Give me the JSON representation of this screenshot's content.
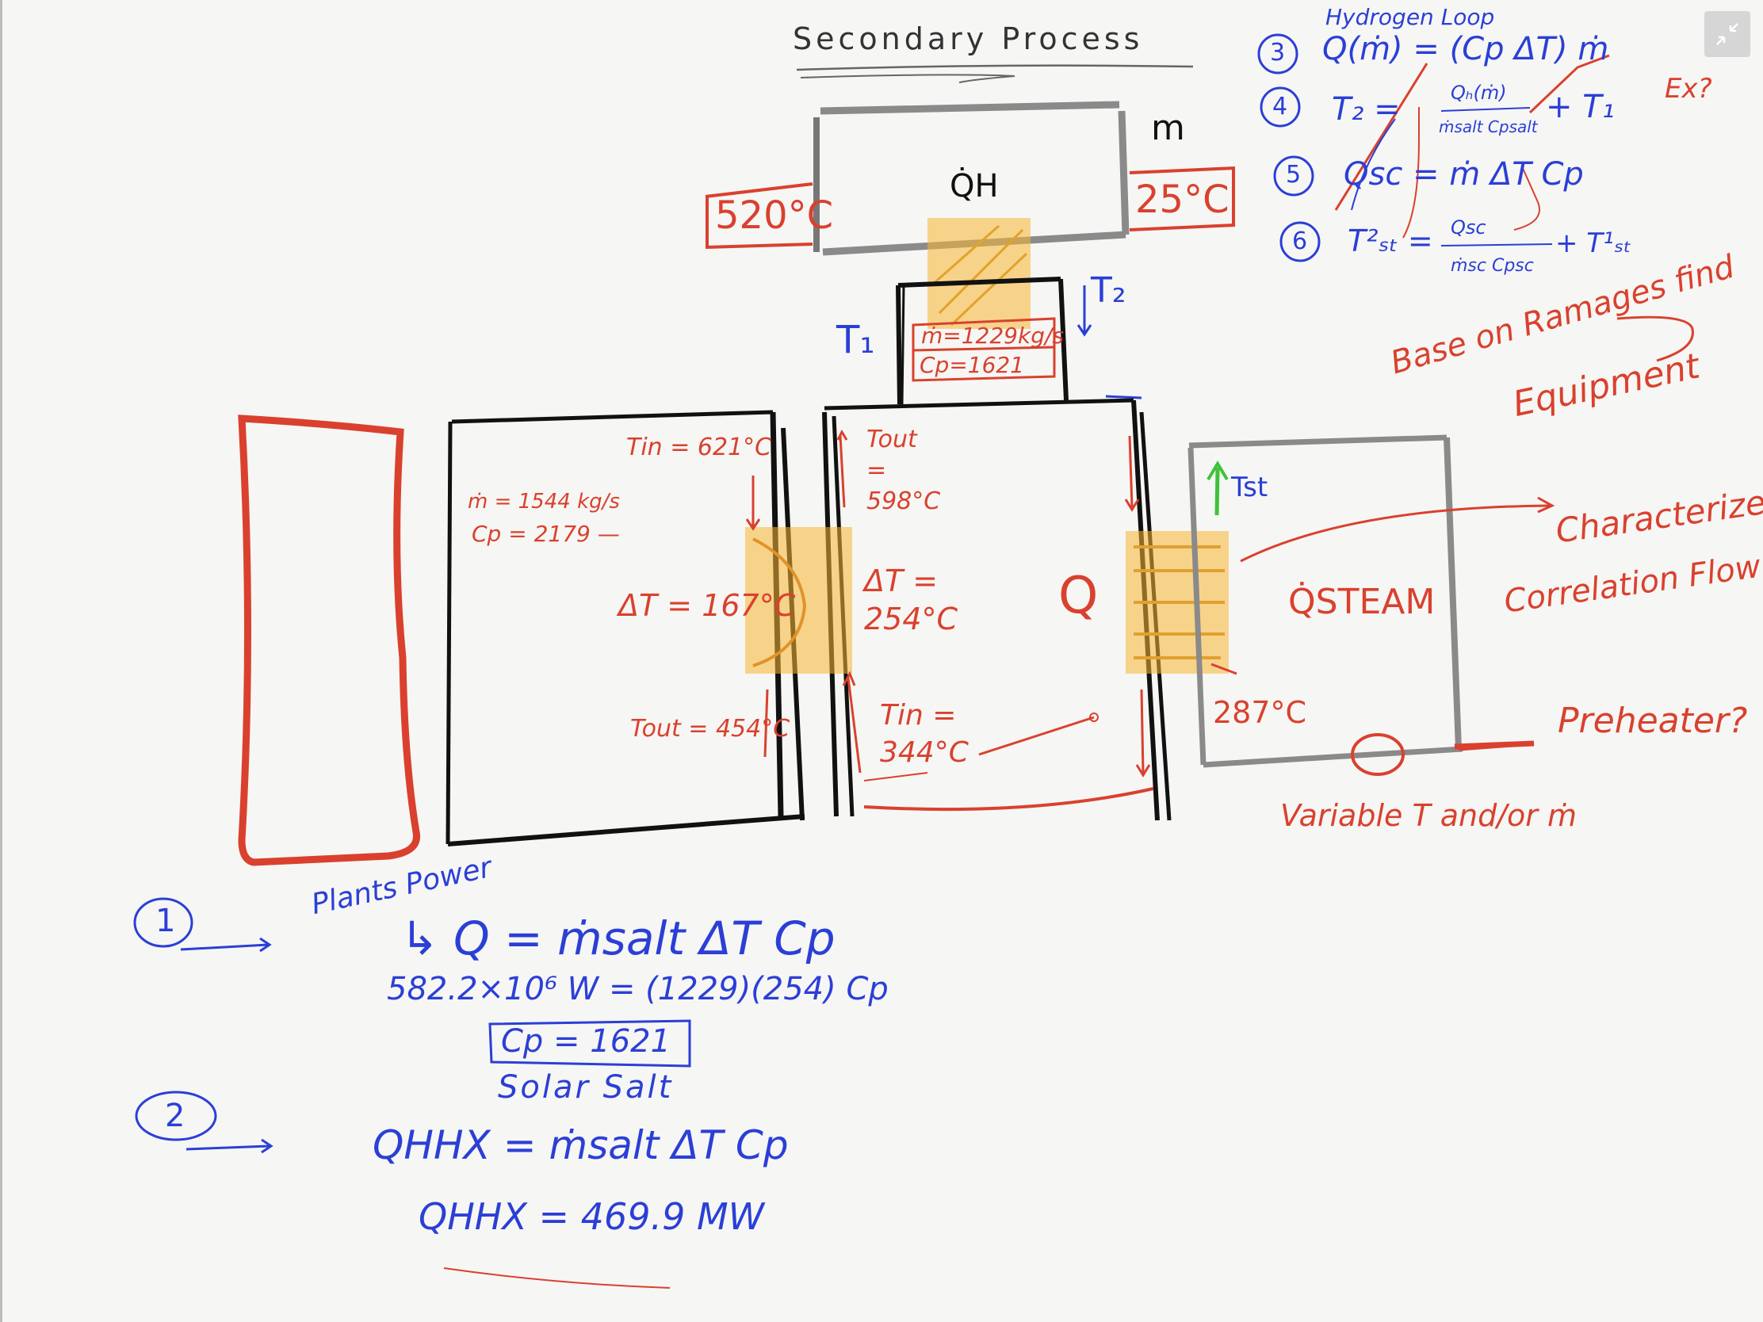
{
  "title": "Secondary Process",
  "hydrogen_loop": {
    "header": "Hydrogen Loop",
    "eq3_num": "3",
    "eq3": "Q(ṁ) = (Cp ΔT) ṁ",
    "eq4_num": "4",
    "eq4_lhs": "T₂ =",
    "eq4_num_top": "Qₕ(ṁ)",
    "eq4_den": "ṁsalt Cpsalt",
    "eq4_tail": "+ T₁",
    "eq5_num": "5",
    "eq5": "Qsc = ṁ ΔT Cp",
    "eq6_num": "6",
    "eq6_lhs": "T²ₛₜ =",
    "eq6_num_top": "Qsc",
    "eq6_den": "ṁsc Cpsc",
    "eq6_tail": "+ T¹ₛₜ",
    "ex_note": "Ex?"
  },
  "heater": {
    "m_label": "m",
    "q_label": "Q̇H",
    "left_temp": "520°C",
    "right_temp": "25°C"
  },
  "middle_top": {
    "mdot": "ṁ=1229kg/s",
    "cp": "Cp=1621",
    "t1": "T₁",
    "t2": "T₂"
  },
  "left_box": {
    "mdot": "ṁ = 1544 kg/s",
    "cp": "Cp = 2179 —",
    "tin": "Tin = 621°C",
    "dt": "ΔT = 167°C",
    "tout": "Tout = 454°C"
  },
  "middle_box": {
    "tout": "Tout = 598°C",
    "dt": "ΔT = 254°C",
    "tin": "Tin = 344°C",
    "q": "Q"
  },
  "steam_box": {
    "tst": "Tst",
    "qsteam": "Q̇STEAM",
    "temp": "287°C"
  },
  "notes": {
    "base_line1": "Base on Ramages find",
    "base_line2": "Equipment",
    "flow_line1": "Characterize",
    "flow_line2": "Correlation Flow R.",
    "preheater": "Preheater?",
    "variable": "Variable T and/or ṁ"
  },
  "bottom": {
    "n1": "1",
    "plants_power": "Plants Power",
    "eq1": "↳ Q = ṁsalt ΔT Cp",
    "eq1b": "582.2×10⁶ W = (1229)(254) Cp",
    "cp_box": "Cp = 1621",
    "solar_salt": "Solar Salt",
    "n2": "2",
    "eq2": "QHHX = ṁsalt ΔT Cp",
    "eq2b": "QHHX = 469.9 MW"
  },
  "colors": {
    "red": "#d9412e",
    "blue": "#2b3fd6",
    "black": "#111111",
    "gray": "#8a8a8a",
    "highlight": "#f7b733",
    "green": "#3fc23a"
  }
}
